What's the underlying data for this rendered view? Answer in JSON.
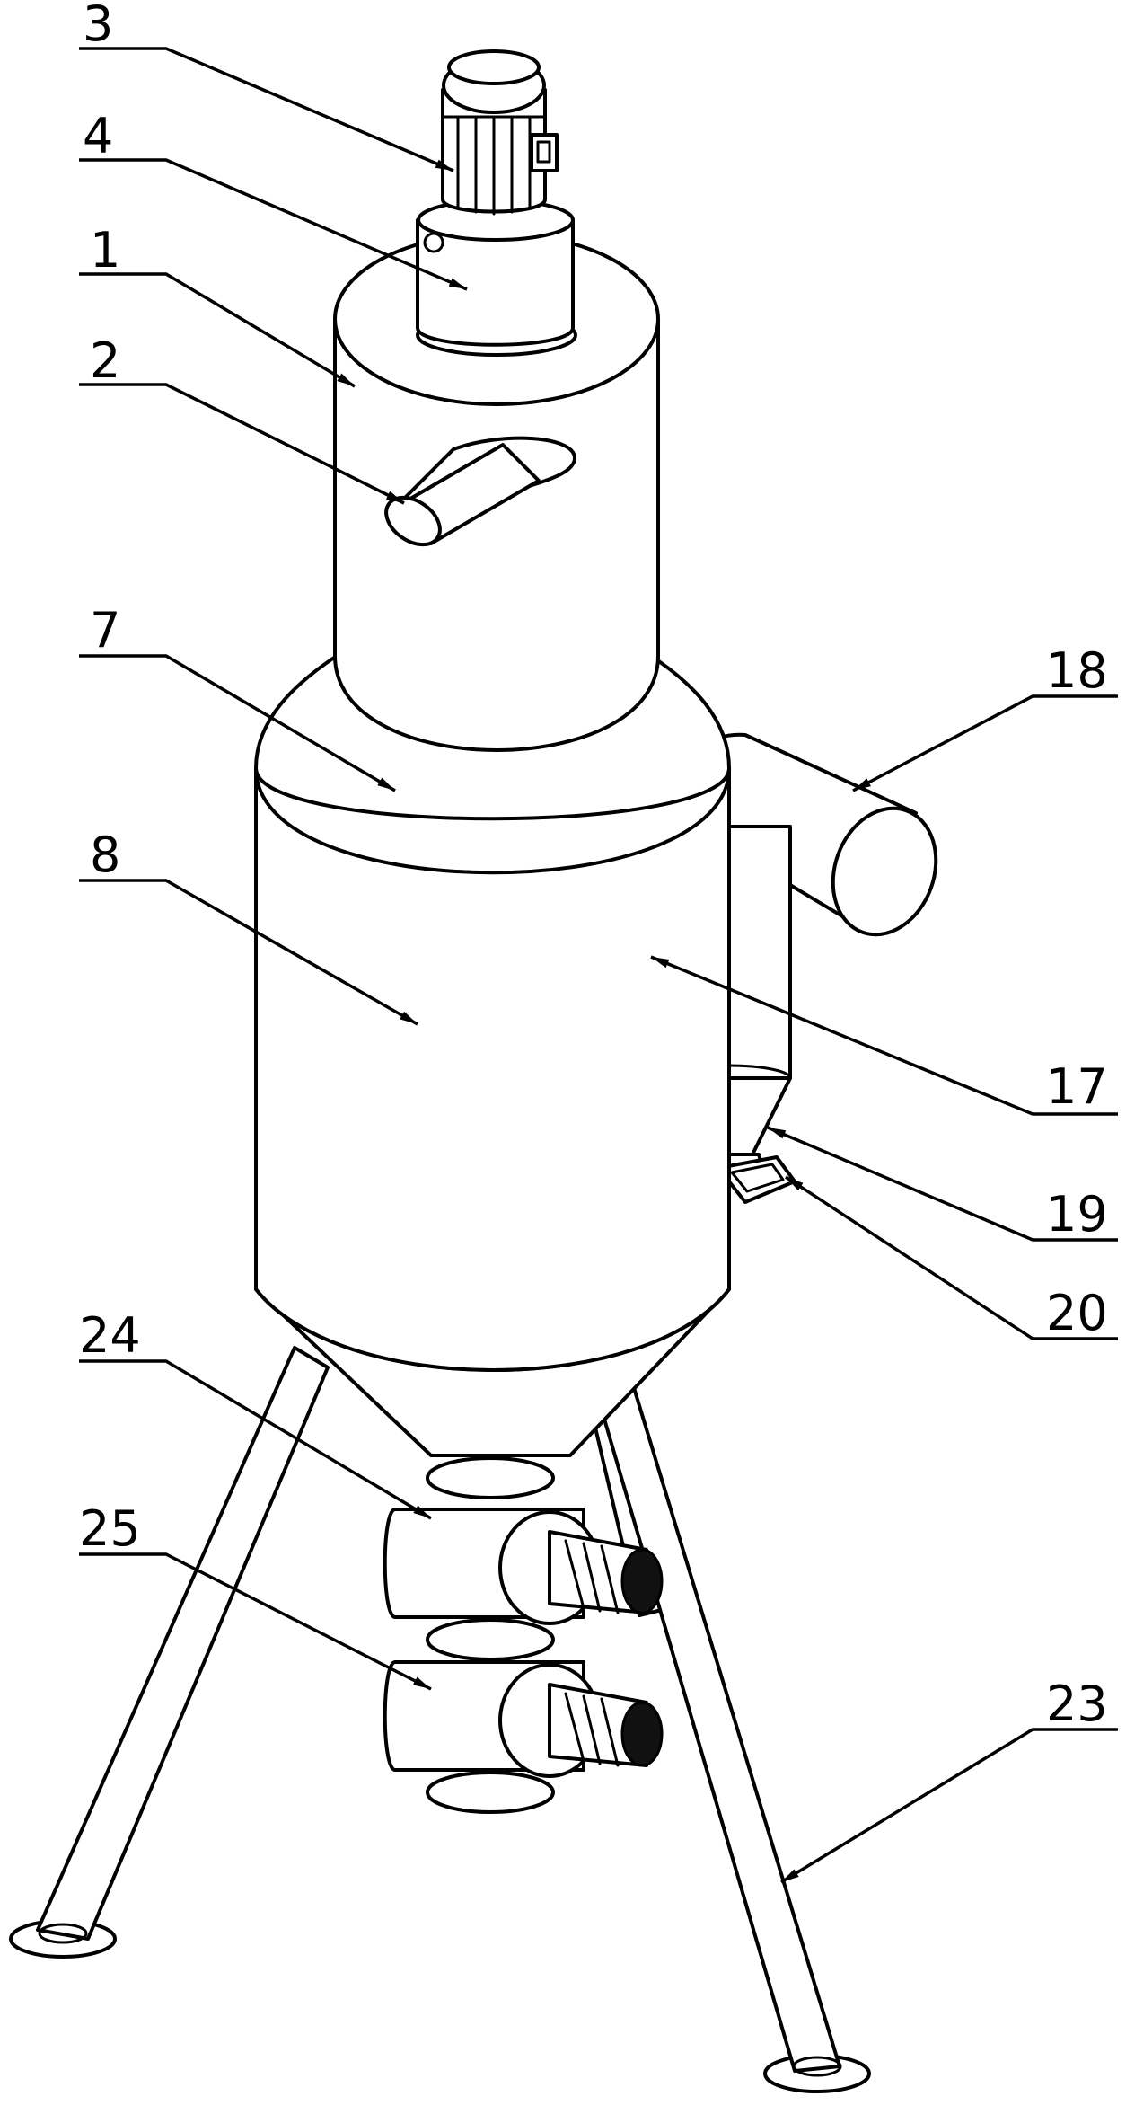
{
  "callouts": [
    {
      "id": "3",
      "text": "3"
    },
    {
      "id": "4",
      "text": "4"
    },
    {
      "id": "1",
      "text": "1"
    },
    {
      "id": "2",
      "text": "2"
    },
    {
      "id": "7",
      "text": "7"
    },
    {
      "id": "8",
      "text": "8"
    },
    {
      "id": "18",
      "text": "18"
    },
    {
      "id": "17",
      "text": "17"
    },
    {
      "id": "19",
      "text": "19"
    },
    {
      "id": "20",
      "text": "20"
    },
    {
      "id": "24",
      "text": "24"
    },
    {
      "id": "25",
      "text": "25"
    },
    {
      "id": "23",
      "text": "23"
    }
  ]
}
